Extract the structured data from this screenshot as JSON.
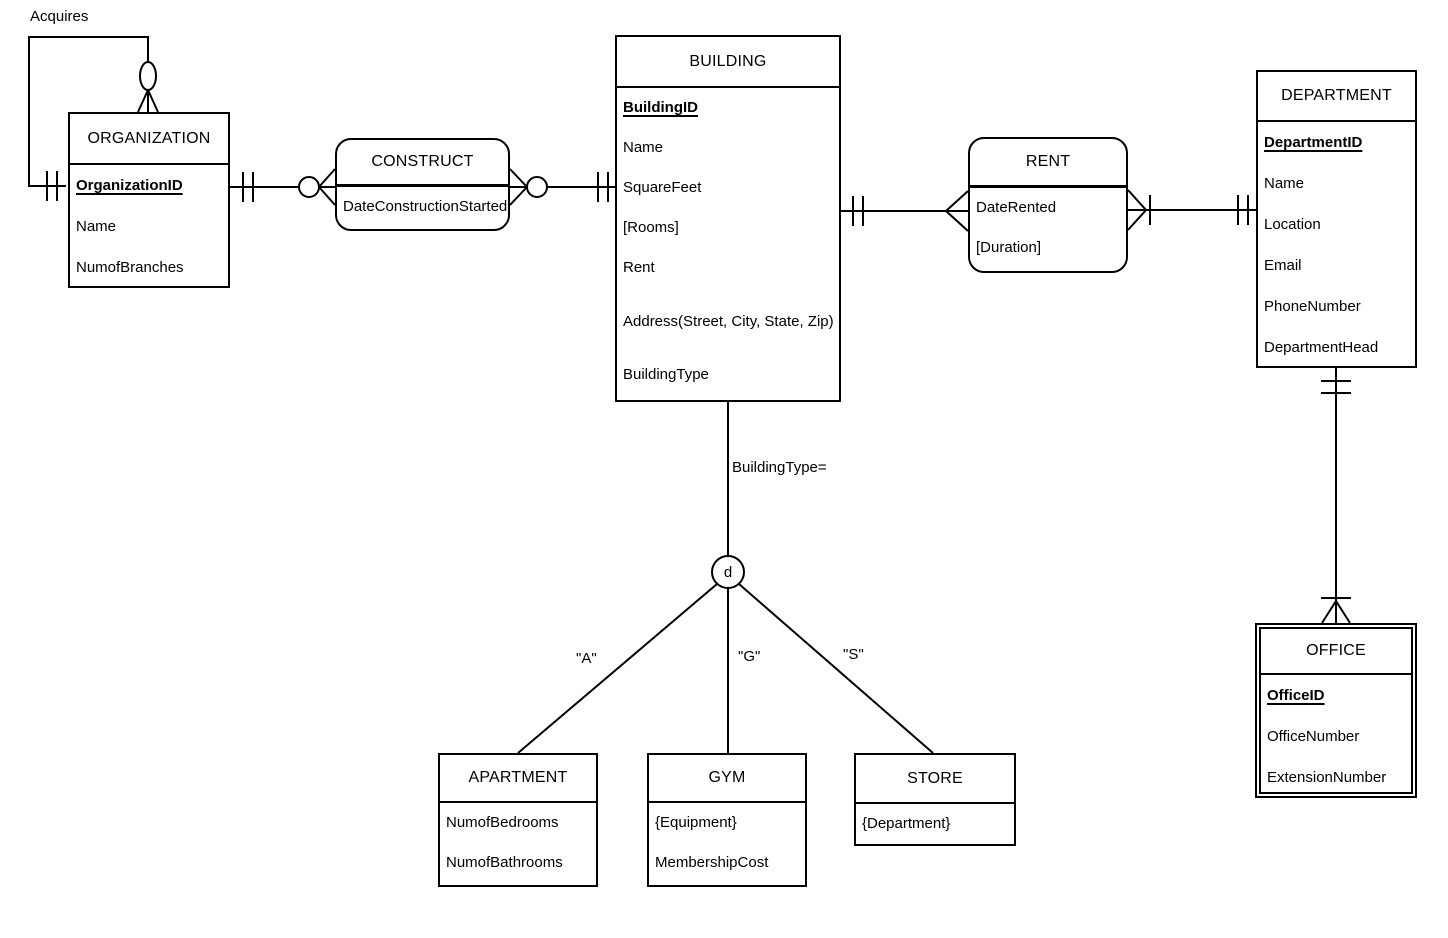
{
  "labels": {
    "acquires": "Acquires",
    "building_type_condition": "BuildingType=",
    "subtype_a": "\"A\"",
    "subtype_g": "\"G\"",
    "subtype_s": "\"S\"",
    "disjoint": "d"
  },
  "entities": {
    "organization": {
      "title": "ORGANIZATION",
      "attributes": [
        "OrganizationID",
        "Name",
        "NumofBranches"
      ]
    },
    "building": {
      "title": "BUILDING",
      "attributes": [
        "BuildingID",
        "Name",
        "SquareFeet",
        "[Rooms]",
        "Rent",
        "Address(Street, City, State, Zip)",
        "BuildingType"
      ]
    },
    "department": {
      "title": "DEPARTMENT",
      "attributes": [
        "DepartmentID",
        "Name",
        "Location",
        "Email",
        "PhoneNumber",
        "DepartmentHead"
      ]
    },
    "office": {
      "title": "OFFICE",
      "attributes": [
        "OfficeID",
        "OfficeNumber",
        "ExtensionNumber"
      ]
    },
    "apartment": {
      "title": "APARTMENT",
      "attributes": [
        "NumofBedrooms",
        "NumofBathrooms"
      ]
    },
    "gym": {
      "title": "GYM",
      "attributes": [
        "{Equipment}",
        "MembershipCost"
      ]
    },
    "store": {
      "title": "STORE",
      "attributes": [
        "{Department}"
      ]
    }
  },
  "relationships": {
    "construct": {
      "title": "CONSTRUCT",
      "attributes": [
        "DateConstructionStarted"
      ]
    },
    "rent": {
      "title": "RENT",
      "attributes": [
        "DateRented",
        "[Duration]"
      ]
    }
  },
  "colors": {
    "line": "#000000",
    "background": "#ffffff"
  }
}
